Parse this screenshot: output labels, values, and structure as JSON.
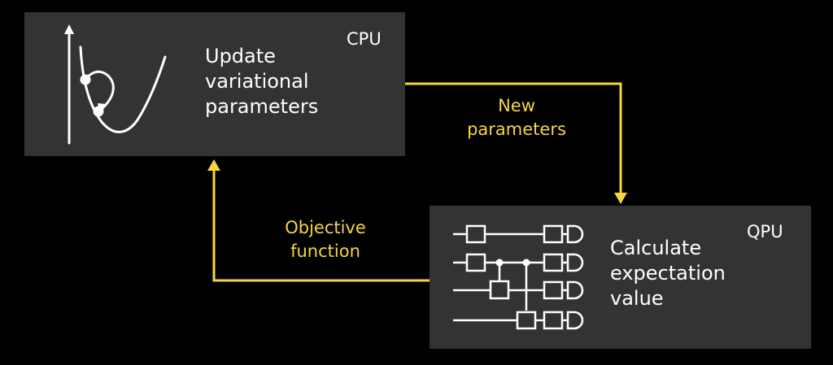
{
  "cpu": {
    "label": "CPU",
    "lines": [
      "Update",
      "variational",
      "parameters"
    ]
  },
  "qpu": {
    "label": "QPU",
    "lines": [
      "Calculate",
      "expectation",
      "value"
    ]
  },
  "flows": {
    "new_parameters": [
      "New",
      "parameters"
    ],
    "objective_function": [
      "Objective",
      "function"
    ]
  },
  "colors": {
    "background": "#000000",
    "box": "#333333",
    "arrow": "#f5d542",
    "text": "#ffffff"
  },
  "icons": {
    "cpu": "optimization-curve-icon",
    "qpu": "quantum-circuit-icon"
  }
}
